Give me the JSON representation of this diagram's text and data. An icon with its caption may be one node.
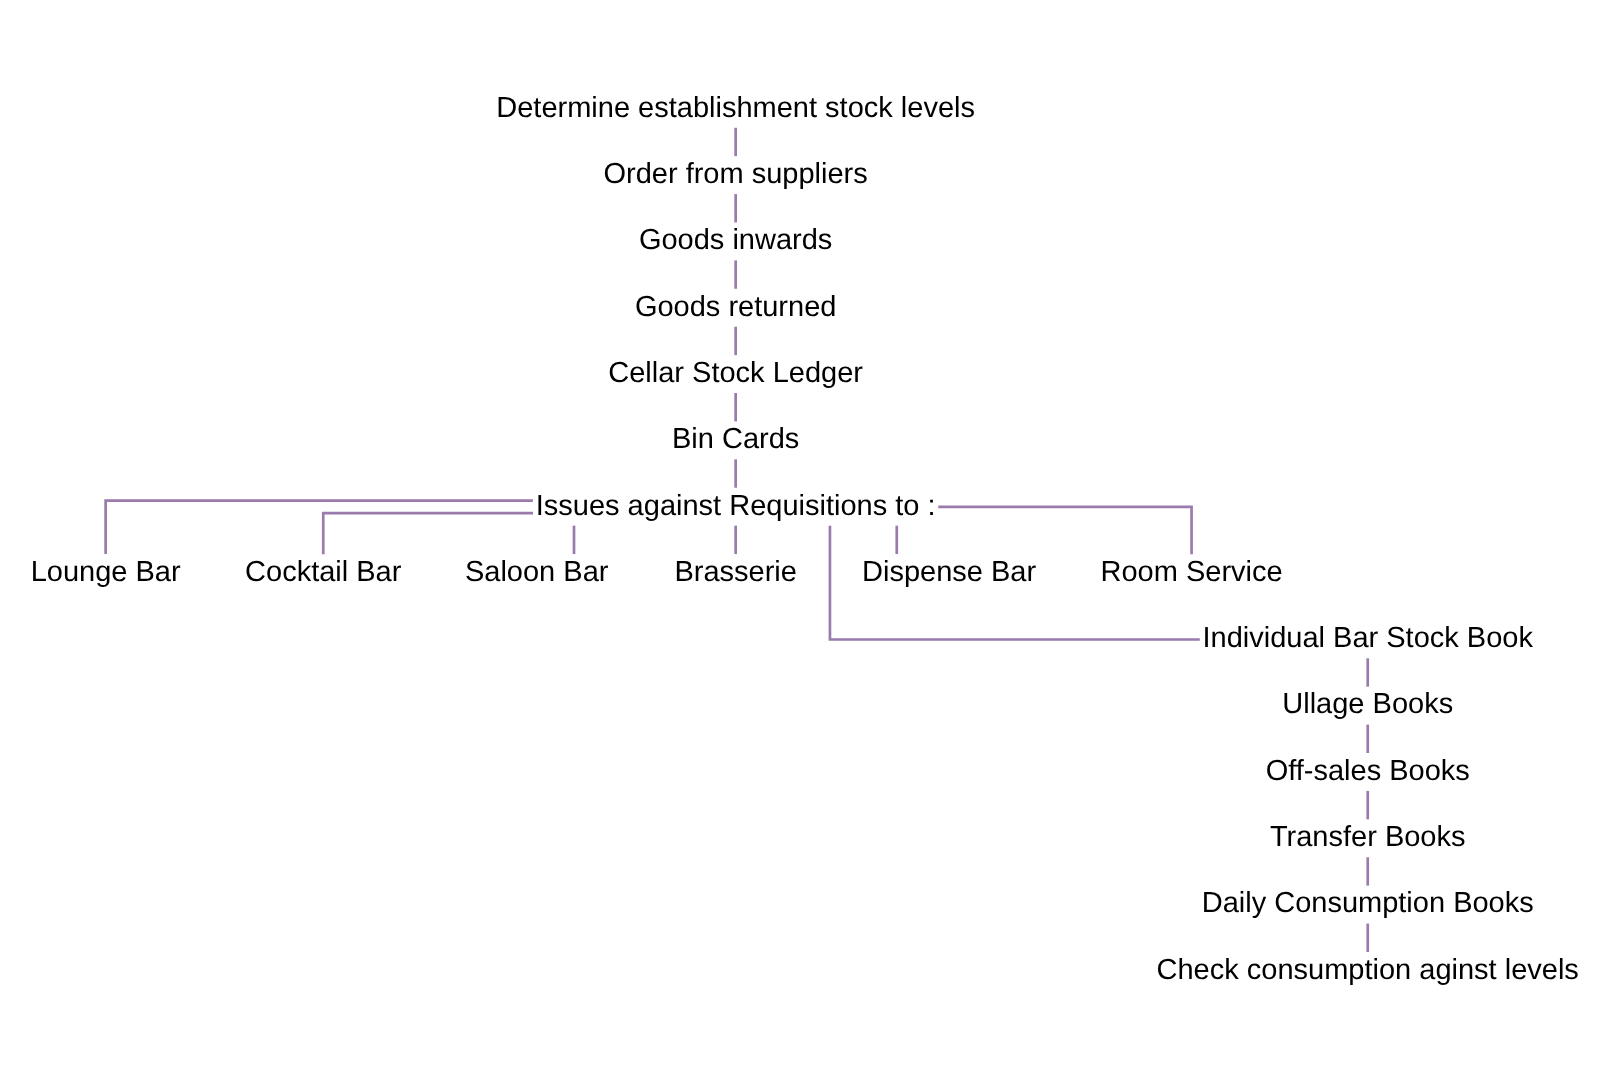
{
  "diagram": {
    "nodes": [
      {
        "text": [
          "Determine establishment stock levels"
        ]
      },
      {
        "text": [
          "Order from suppliers"
        ]
      },
      {
        "text": [
          "Goods inwards"
        ]
      },
      {
        "text": [
          "Goods returned"
        ]
      },
      {
        "text": [
          "Cellar Stock Ledger"
        ]
      },
      {
        "text": [
          "Bin Cards"
        ]
      },
      {
        "text": [
          "Issues against Requisitions to :"
        ]
      },
      {
        "text": [
          "Lounge Bar"
        ]
      },
      {
        "text": [
          "Cocktail Bar"
        ]
      },
      {
        "text": [
          "Saloon Bar"
        ]
      },
      {
        "text": [
          "Brasserie"
        ]
      },
      {
        "text": [
          "Dispense Bar"
        ]
      },
      {
        "text": [
          "Room Service"
        ]
      },
      {
        "text": [
          "Individual Bar Stock Book"
        ]
      },
      {
        "text": [
          "Ullage Books"
        ]
      },
      {
        "text": [
          "Off-sales Books"
        ]
      },
      {
        "text": [
          "Transfer Books"
        ]
      },
      {
        "text": [
          "Daily Consumption Books"
        ]
      },
      {
        "text": [
          "Check consumption aginst levels"
        ]
      }
    ],
    "edges": [
      {
        "from": 0,
        "to": 1,
        "arrow": "none"
      },
      {
        "from": 1,
        "to": 2,
        "arrow": "none"
      },
      {
        "from": 2,
        "to": 3,
        "arrow": "none"
      },
      {
        "from": 3,
        "to": 4,
        "arrow": "none"
      },
      {
        "from": 4,
        "to": 5,
        "arrow": "none"
      },
      {
        "from": 5,
        "to": 6,
        "arrow": "none"
      },
      {
        "from": 6,
        "to": 7,
        "arrow": "none"
      },
      {
        "from": 6,
        "to": 8,
        "arrow": "none"
      },
      {
        "from": 6,
        "to": 9,
        "arrow": "none"
      },
      {
        "from": 6,
        "to": 10,
        "arrow": "none"
      },
      {
        "from": 6,
        "to": 11,
        "arrow": "none"
      },
      {
        "from": 6,
        "to": 12,
        "arrow": "none"
      },
      {
        "from": 6,
        "to": 13,
        "arrow": "none"
      },
      {
        "from": 13,
        "to": 14,
        "arrow": "none"
      },
      {
        "from": 14,
        "to": 15,
        "arrow": "none"
      },
      {
        "from": 15,
        "to": 16,
        "arrow": "none"
      },
      {
        "from": 16,
        "to": 17,
        "arrow": "none"
      },
      {
        "from": 17,
        "to": 18,
        "arrow": "none"
      }
    ]
  }
}
